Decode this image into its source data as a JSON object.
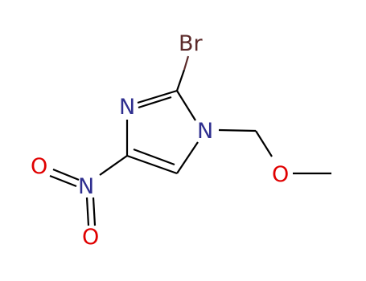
{
  "molecule": {
    "atoms": {
      "br": {
        "label": "Br",
        "color": "#5c2a2a"
      },
      "n3": {
        "label": "N",
        "color": "#2f2f8f"
      },
      "n1": {
        "label": "N",
        "color": "#2f2f8f"
      },
      "n_nitro": {
        "label": "N",
        "color": "#2f2f8f"
      },
      "o_nitro_top": {
        "label": "O",
        "color": "#e00000"
      },
      "o_nitro_bottom": {
        "label": "O",
        "color": "#e00000"
      },
      "o_ether": {
        "label": "O",
        "color": "#e00000"
      }
    },
    "bond_color": "#000000"
  }
}
